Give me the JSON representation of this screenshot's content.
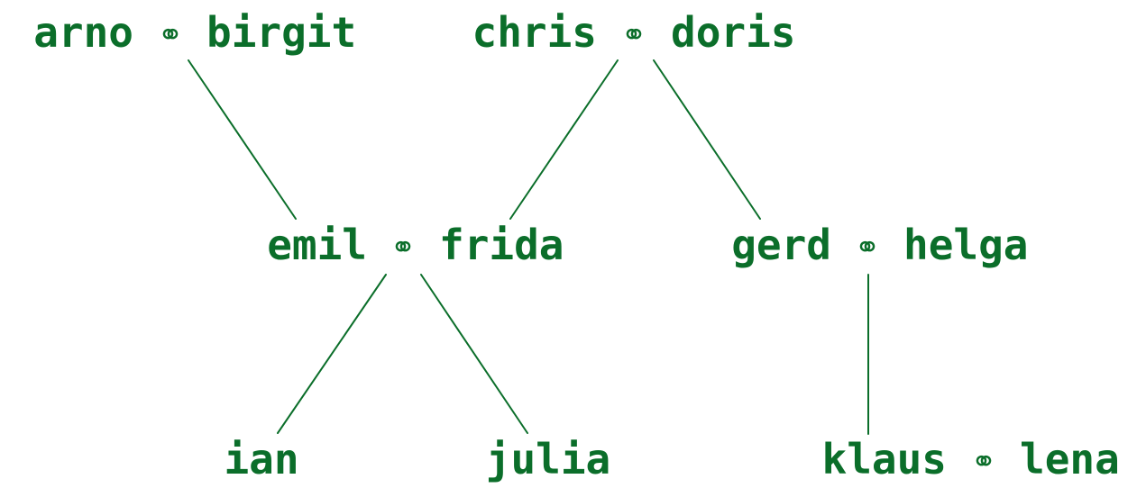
{
  "colors": {
    "text": "#0b6e2a",
    "line": "#0b6e2a",
    "background": "#ffffff"
  },
  "marriage_icon": "interlocked-rings-icon",
  "couples": [
    {
      "id": "arno-birgit",
      "partner_a": "arno",
      "symbol": "⚭",
      "partner_b": "birgit"
    },
    {
      "id": "chris-doris",
      "partner_a": "chris",
      "symbol": "⚭",
      "partner_b": "doris"
    },
    {
      "id": "emil-frida",
      "partner_a": "emil",
      "symbol": "⚭",
      "partner_b": "frida"
    },
    {
      "id": "gerd-helga",
      "partner_a": "gerd",
      "symbol": "⚭",
      "partner_b": "helga"
    },
    {
      "id": "klaus-lena",
      "partner_a": "klaus",
      "symbol": "⚭",
      "partner_b": "lena"
    }
  ],
  "individuals": [
    {
      "id": "ian",
      "name": "ian"
    },
    {
      "id": "julia",
      "name": "julia"
    }
  ],
  "edges": [
    {
      "from": "arno-birgit",
      "to": "emil-frida"
    },
    {
      "from": "chris-doris",
      "to": "emil-frida"
    },
    {
      "from": "chris-doris",
      "to": "gerd-helga"
    },
    {
      "from": "emil-frida",
      "to": "ian"
    },
    {
      "from": "emil-frida",
      "to": "julia"
    },
    {
      "from": "gerd-helga",
      "to": "klaus-lena"
    }
  ]
}
